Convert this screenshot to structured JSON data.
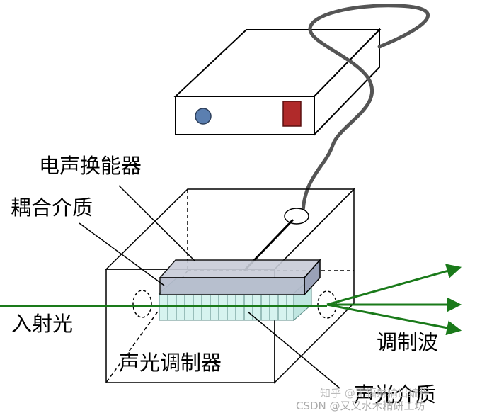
{
  "labels": {
    "transducer": "电声换能器",
    "coupling": "耦合介质",
    "incident": "入射光",
    "modulator": "声光调制器",
    "modulated_wave": "调制波",
    "ao_medium": "声光介质"
  },
  "watermark": {
    "zhihu": "知乎 @无辐射输出编程",
    "csdn": "CSDN @又又水木精研工坊"
  },
  "colors": {
    "line": "#000000",
    "beam": "#1a7a1a",
    "cable": "#555555",
    "knob": "#5b7fb0",
    "switch": "#b02a2a",
    "transducer_top": "#c8ccd8",
    "transducer_side": "#9aa2b8",
    "medium_fill": "#d6f3ef",
    "medium_stroke": "#5a8a84"
  }
}
